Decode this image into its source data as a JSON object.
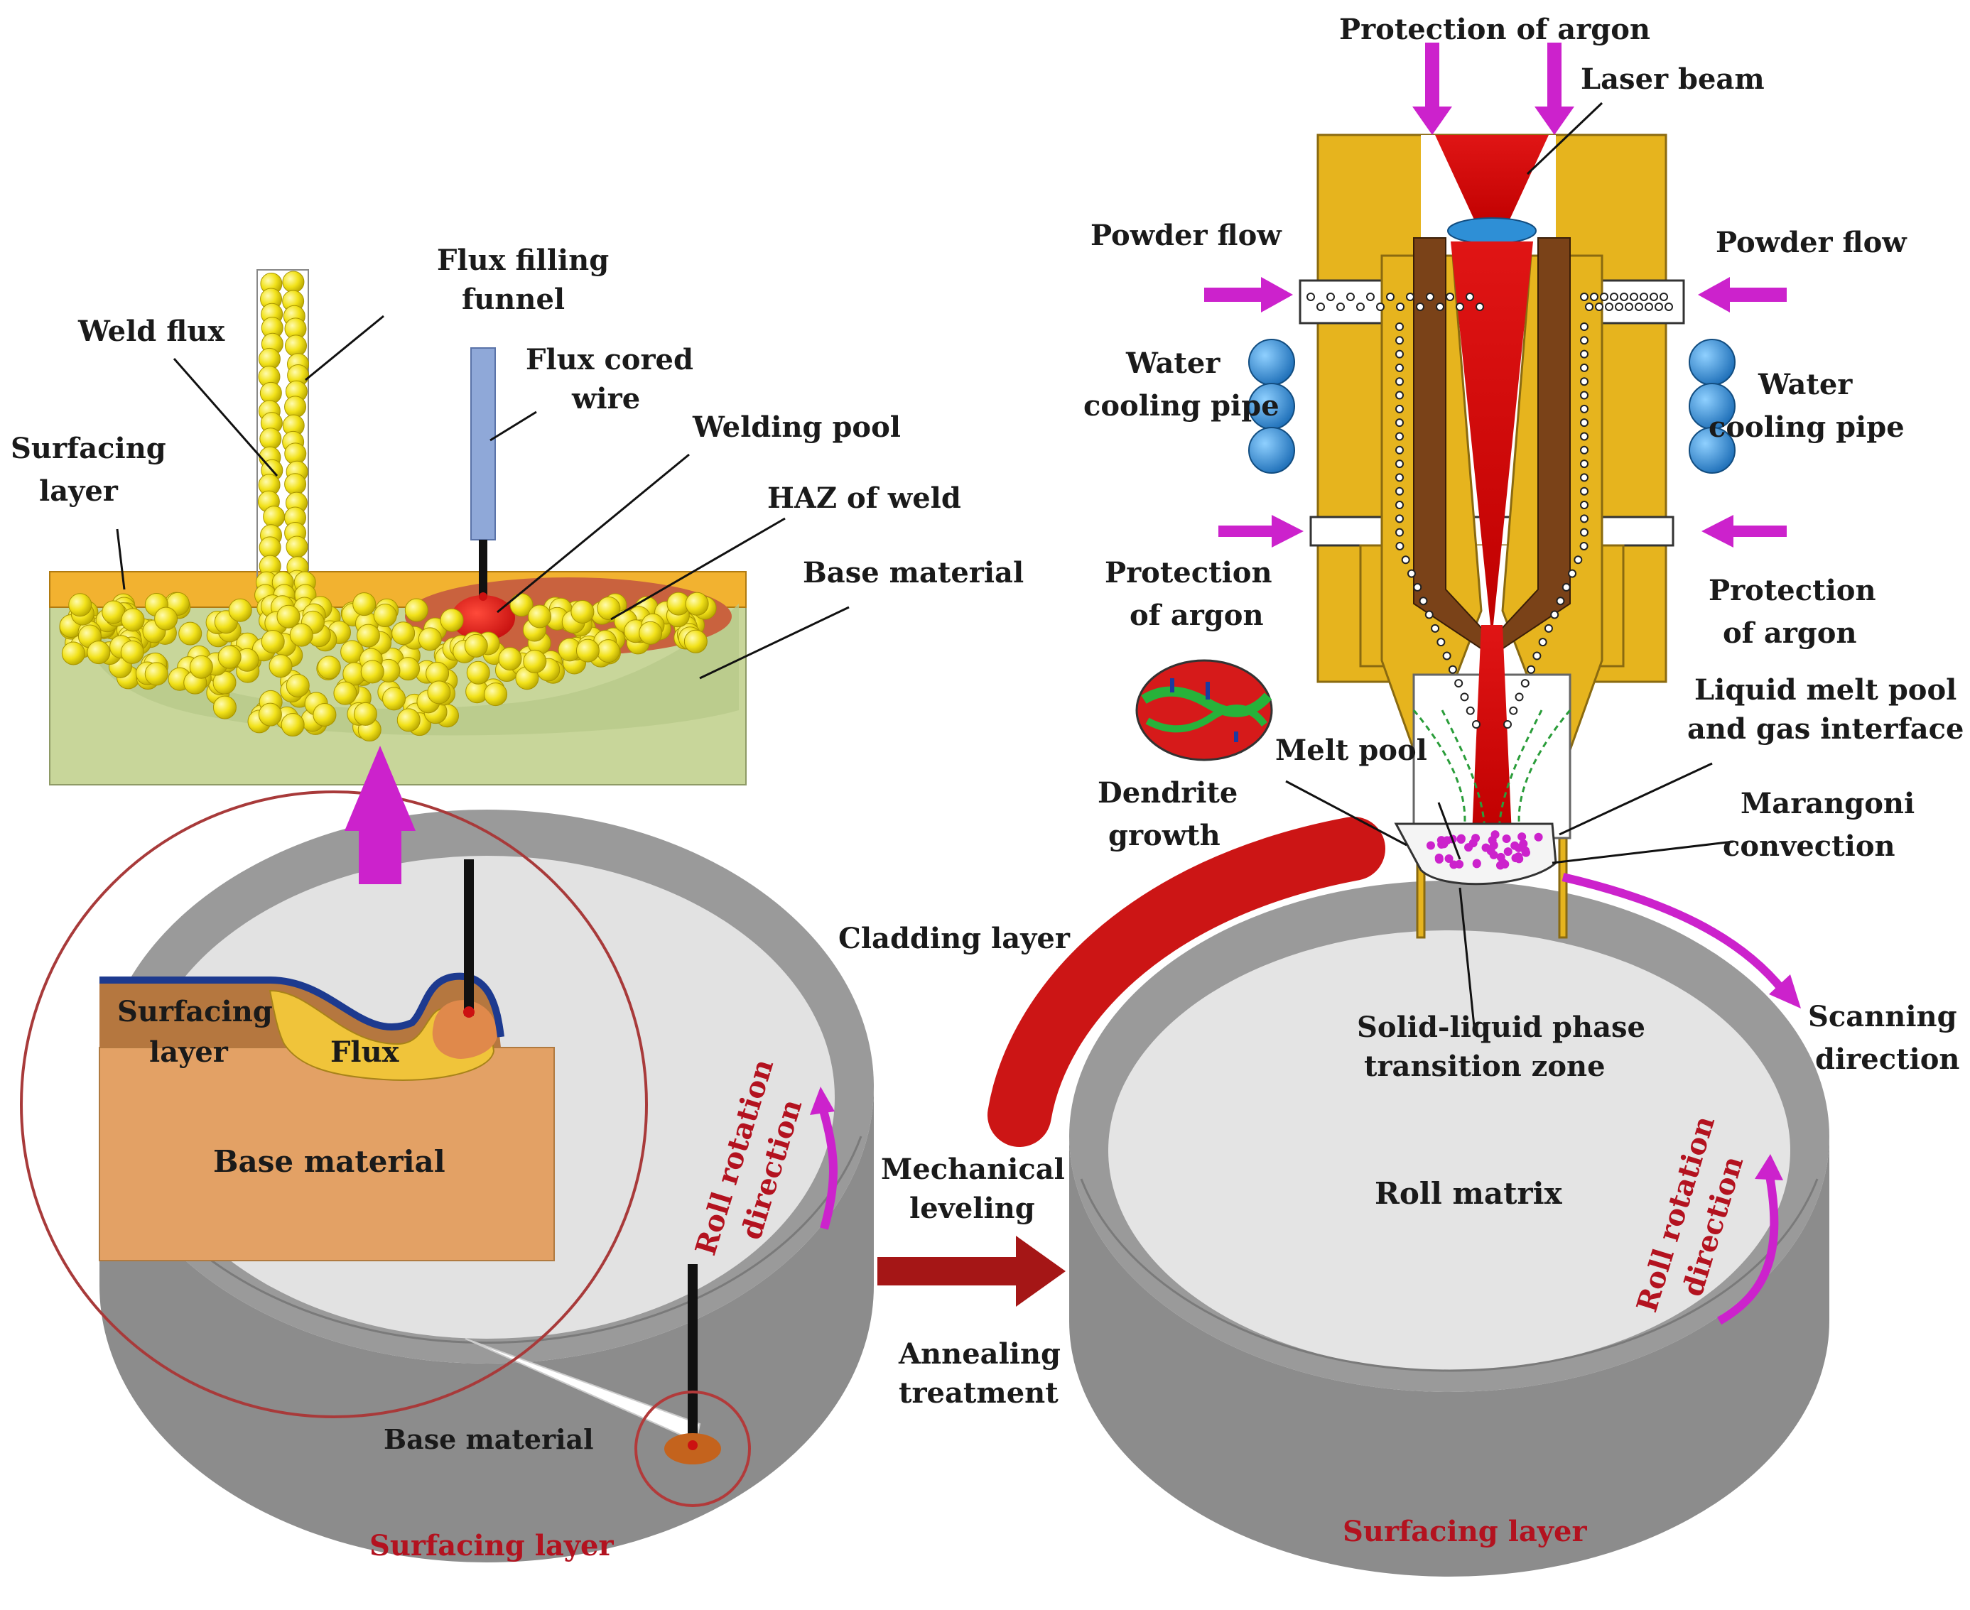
{
  "welding": {
    "weld_flux": "Weld flux",
    "flux_filling_funnel": [
      "Flux filling",
      "funnel"
    ],
    "flux_cored_wire": [
      "Flux cored",
      "wire"
    ],
    "welding_pool": "Welding pool",
    "surfacing_layer": [
      "Surfacing",
      "layer"
    ],
    "haz_of_weld": "HAZ of weld",
    "base_material": "Base material"
  },
  "zoom_inset": {
    "surfacing_layer": [
      "Surfacing",
      "layer"
    ],
    "flux": "Flux",
    "base_material": "Base material"
  },
  "left_roll": {
    "rotation": [
      "Roll rotation",
      "direction"
    ],
    "base_material": "Base material",
    "surfacing_layer": "Surfacing layer"
  },
  "process_steps": {
    "mechanical_leveling": [
      "Mechanical",
      "leveling"
    ],
    "annealing_treatment": [
      "Annealing",
      "treatment"
    ]
  },
  "laser_head": {
    "protection_of_argon_top": "Protection of argon",
    "laser_beam": "Laser beam",
    "powder_flow_left": "Powder flow",
    "powder_flow_right": "Powder flow",
    "water_cooling_pipe_left": [
      "Water",
      "cooling pipe"
    ],
    "water_cooling_pipe_right": [
      "Water",
      "cooling pipe"
    ],
    "protection_of_argon_left": [
      "Protection",
      "of argon"
    ],
    "protection_of_argon_right": [
      "Protection",
      "of argon"
    ],
    "liquid_melt_pool": [
      "Liquid melt pool",
      "and gas interface"
    ],
    "melt_pool": "Melt pool",
    "marangoni_convection": [
      "Marangoni",
      "convection"
    ],
    "dendrite_growth": [
      "Dendrite",
      "growth"
    ]
  },
  "right_roll": {
    "cladding_layer": "Cladding layer",
    "solid_liquid": [
      "Solid-liquid phase",
      "transition zone"
    ],
    "scanning_direction": [
      "Scanning",
      "direction"
    ],
    "roll_matrix": "Roll matrix",
    "rotation": [
      "Roll rotation",
      "direction"
    ],
    "surfacing_layer": "Surfacing layer"
  },
  "colors": {
    "magenta_arrow": "#cc22cc",
    "flux_yellow": "#f2e21a",
    "nozzle_gold": "#e6b41e",
    "nozzle_brown": "#7a4218",
    "laser_red": "#d81a1a",
    "roll_grey": "#8c8c8c",
    "label_red": "#b3121f",
    "cooling_blue": "#2e8fd6"
  }
}
